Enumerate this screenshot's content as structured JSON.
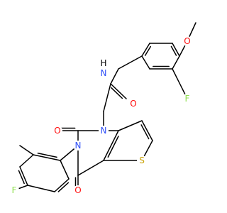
{
  "atom_labels": {
    "N1": "N",
    "N2": "N",
    "N3": "N",
    "H": "H",
    "O1": "O",
    "O2": "O",
    "O3": "O",
    "O4": "O",
    "S": "S",
    "F1": "F",
    "F2": "F"
  },
  "colors": {
    "bond": "#000000",
    "N": "#3050f8",
    "H": "#000000",
    "O": "#ff0d0d",
    "S": "#c8a000",
    "F": "#90e050"
  }
}
